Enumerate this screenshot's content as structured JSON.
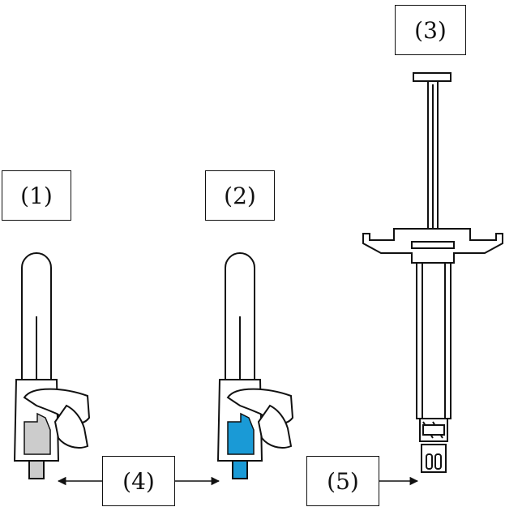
{
  "labels": {
    "l1": "(1)",
    "l2": "(2)",
    "l3": "(3)",
    "l4": "(4)",
    "l5": "(5)"
  },
  "colors": {
    "stroke": "#111111",
    "vial_content_gray": "#cccccc",
    "vial_content_blue": "#1a9ad6"
  }
}
